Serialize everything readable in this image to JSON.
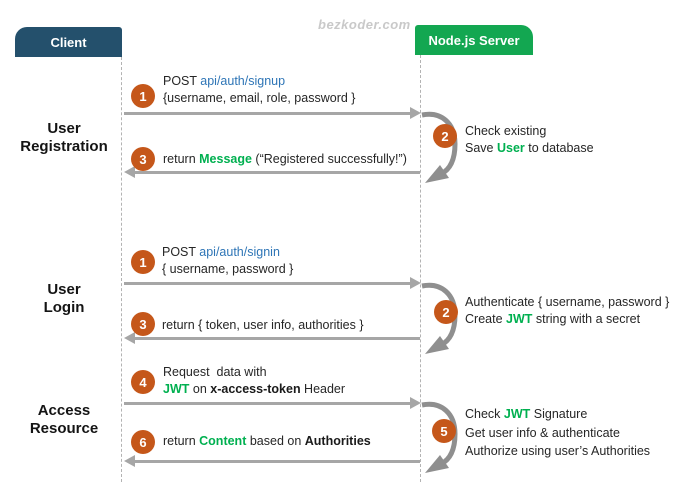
{
  "watermark": "bezkoder.com",
  "actors": {
    "client": {
      "label": "Client",
      "color": "#24506C"
    },
    "server": {
      "label": "Node.js Server",
      "color": "#13A751"
    }
  },
  "colors": {
    "step_badge_orange": "#C5571A",
    "endpoint_link_blue": "#2E75B6",
    "keyword_green": "#00B050",
    "arrow_gray": "#A6A6A6"
  },
  "sections": {
    "registration": {
      "label_line1": "User",
      "label_line2": "Registration",
      "request": {
        "step": "1",
        "method": "POST ",
        "endpoint": "api/auth/signup",
        "payload": "{username, email, role, password }"
      },
      "server_action": {
        "step": "2",
        "line1": "Check existing",
        "line2_pre": "Save ",
        "line2_keyword": "User",
        "line2_post": " to database"
      },
      "response": {
        "step": "3",
        "pre": "return ",
        "keyword": "Message",
        "post": " (“Registered successfully!”)"
      }
    },
    "login": {
      "label_line1": "User",
      "label_line2": "Login",
      "request": {
        "step": "1",
        "method": "POST ",
        "endpoint": "api/auth/signin",
        "payload": "{ username, password }"
      },
      "server_action": {
        "step": "2",
        "line1": "Authenticate { username, password }",
        "line2_pre": "Create ",
        "line2_keyword": "JWT",
        "line2_post": " string with a secret"
      },
      "response": {
        "step": "3",
        "text": "return { token, user info, authorities }"
      }
    },
    "access": {
      "label_line1": "Access",
      "label_line2": "Resource",
      "request": {
        "step": "4",
        "line1": "Request  data with",
        "line2_keyword": "JWT",
        "line2_mid": " on ",
        "line2_bold": "x-access-token",
        "line2_post": " Header"
      },
      "server_action": {
        "step": "5",
        "line1_pre": "Check ",
        "line1_keyword": "JWT",
        "line1_post": " Signature",
        "line2": "Get user info & authenticate",
        "line3": "Authorize using user’s Authorities"
      },
      "response": {
        "step": "6",
        "pre": "return ",
        "keyword": "Content",
        "mid": " based on ",
        "bold": "Authorities"
      }
    }
  }
}
